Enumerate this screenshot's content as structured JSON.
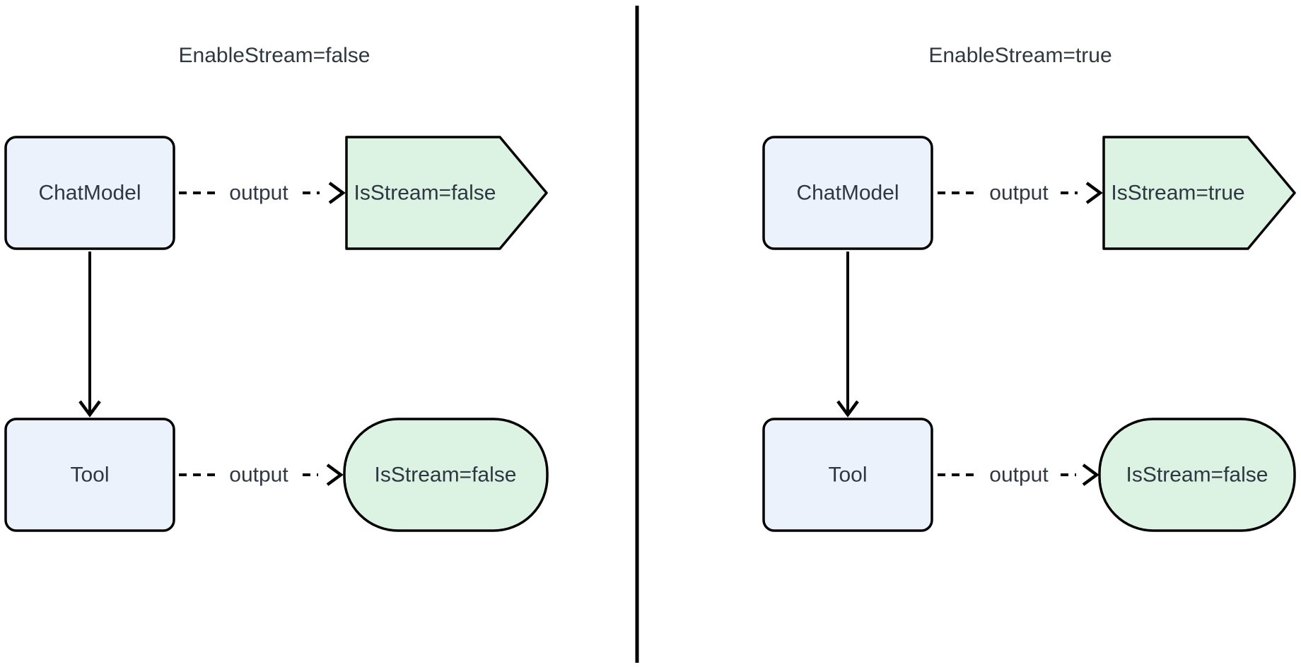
{
  "diagram": {
    "type": "flowchart-comparison",
    "background": "#ffffff",
    "divider_color": "#000000",
    "colors": {
      "node_fill": "#ecf2fb",
      "result_fill": "#dcf3e4",
      "stroke": "#000000",
      "text": "#2e3742"
    },
    "panels": [
      {
        "title": "EnableStream=false",
        "chat_model_label": "ChatModel",
        "chat_edge_label": "output",
        "chat_result_label": "IsStream=false",
        "chat_result_shape": "pentagon-right",
        "tool_label": "Tool",
        "tool_edge_label": "output",
        "tool_result_label": "IsStream=false",
        "tool_result_shape": "stadium"
      },
      {
        "title": "EnableStream=true",
        "chat_model_label": "ChatModel",
        "chat_edge_label": "output",
        "chat_result_label": "IsStream=true",
        "chat_result_shape": "pentagon-right",
        "tool_label": "Tool",
        "tool_edge_label": "output",
        "tool_result_label": "IsStream=false",
        "tool_result_shape": "stadium"
      }
    ]
  }
}
